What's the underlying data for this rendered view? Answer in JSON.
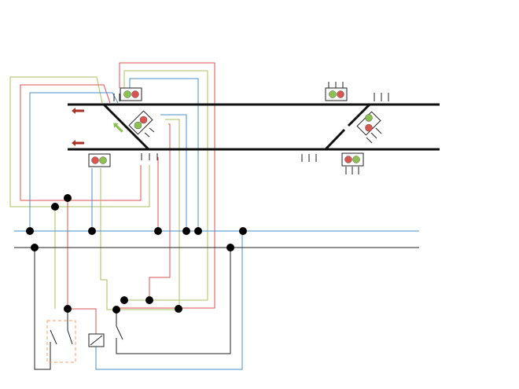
{
  "colors": {
    "red_aspect": "#d9534f",
    "green_aspect": "#8cc152",
    "wire_red": "#d9534f",
    "wire_green": "#a8c060",
    "wire_blue": "#4a90c8",
    "track": "#111111",
    "arrow_red": "#a93226",
    "arrow_green": "#8cc152",
    "relay_box": "#f0a070"
  },
  "diagram": {
    "kind": "railway crossover interlocking wiring schematic",
    "signals": [
      {
        "id": "signal-top-left",
        "aspects": [
          "green",
          "red"
        ]
      },
      {
        "id": "signal-top-right",
        "aspects": [
          "green",
          "red"
        ]
      },
      {
        "id": "signal-bottom-left",
        "aspects": [
          "red",
          "green"
        ]
      },
      {
        "id": "signal-bottom-right",
        "aspects": [
          "red",
          "green"
        ]
      },
      {
        "id": "signal-diagonal-left",
        "aspects": [
          "green",
          "red"
        ]
      },
      {
        "id": "signal-diagonal-right",
        "aspects": [
          "green",
          "red"
        ]
      }
    ],
    "arrows": [
      {
        "id": "arrow-top",
        "color": "red",
        "direction": "left"
      },
      {
        "id": "arrow-bottom",
        "color": "red",
        "direction": "left"
      },
      {
        "id": "arrow-diagonal",
        "color": "green",
        "direction": "up-left"
      }
    ]
  }
}
